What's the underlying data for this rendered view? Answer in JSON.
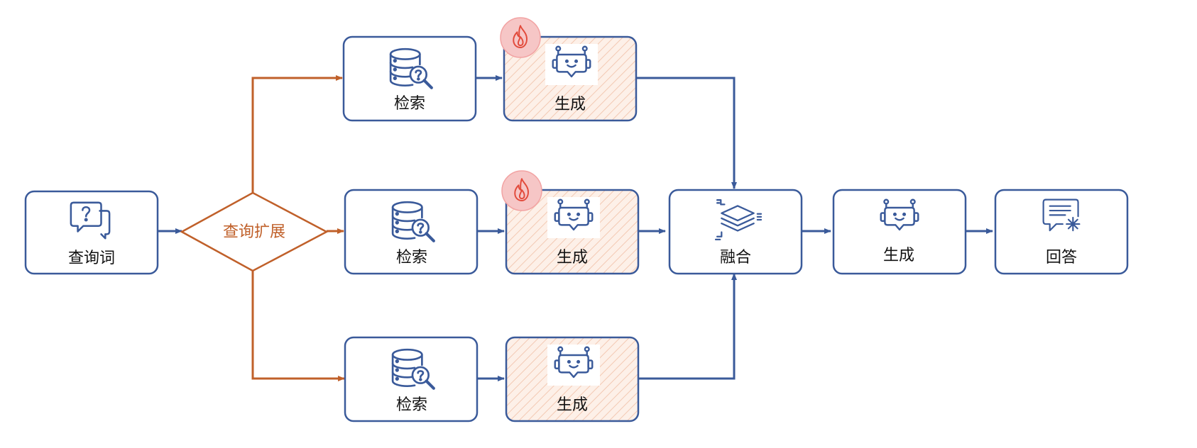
{
  "diagram": {
    "colors": {
      "border": "#3a5a9a",
      "branch": "#c0602a",
      "highlight_fill": "#fdece3",
      "hatch": "#f3c9b3",
      "fire_circle": "#f6c6c6",
      "fire": "#e24a3b"
    },
    "query": {
      "label": "查询词",
      "icon": "chat-question-icon"
    },
    "expansion": {
      "label": "查询扩展"
    },
    "branches": [
      {
        "retrieve_label": "检索",
        "generate_label": "生成",
        "hot": true
      },
      {
        "retrieve_label": "检索",
        "generate_label": "生成",
        "hot": true
      },
      {
        "retrieve_label": "检索",
        "generate_label": "生成",
        "hot": false
      }
    ],
    "fusion": {
      "label": "融合",
      "icon": "layers-icon"
    },
    "final_generate": {
      "label": "生成",
      "icon": "robot-icon"
    },
    "answer": {
      "label": "回答",
      "icon": "answer-chat-icon"
    }
  }
}
